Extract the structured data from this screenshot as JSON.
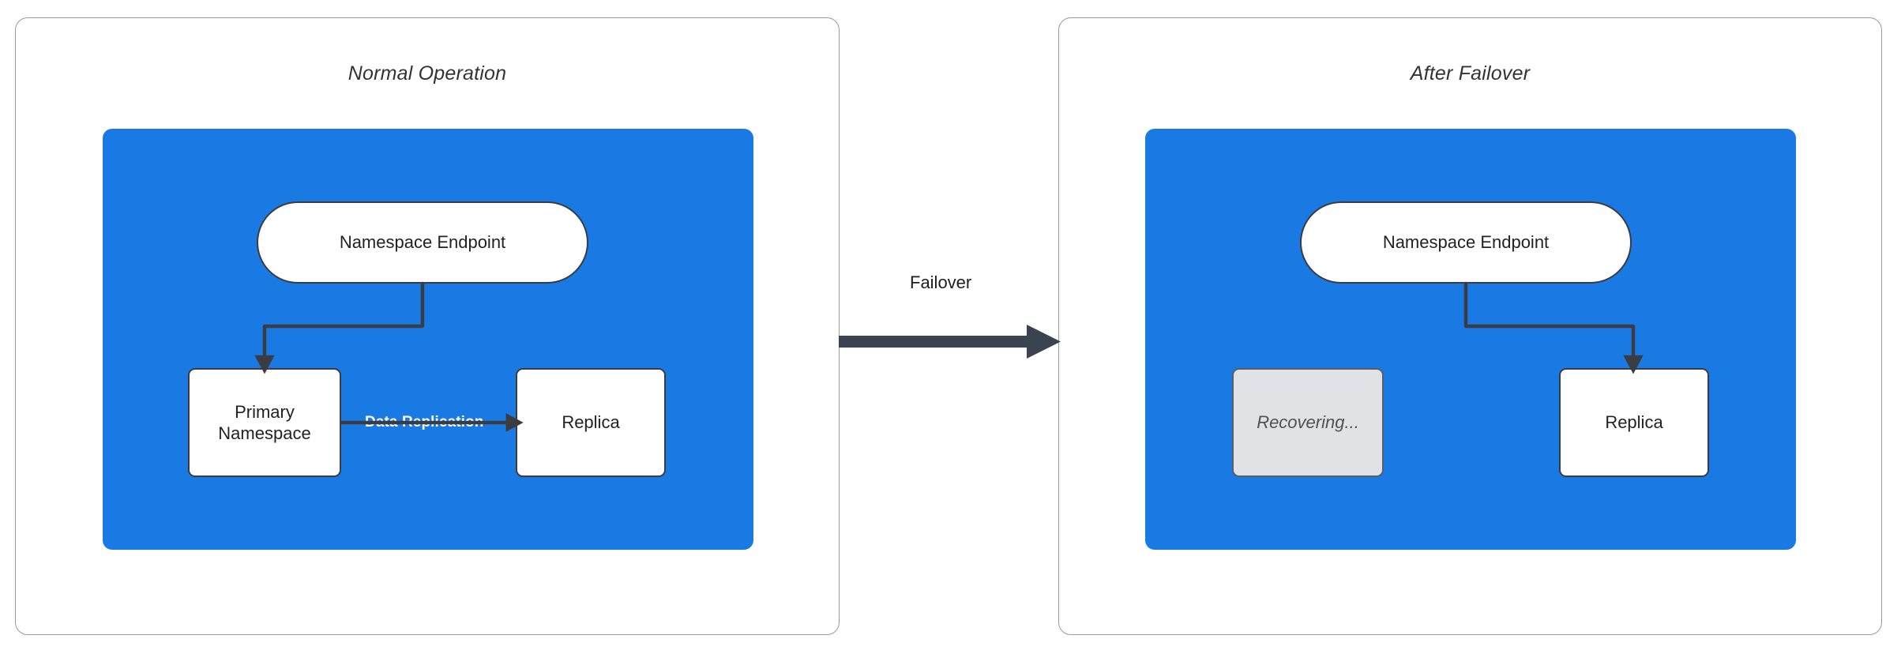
{
  "diagram": {
    "title_normal": "Normal Operation",
    "title_failover": "After Failover",
    "transition_label": "Failover",
    "colors": {
      "group_blue": "#1a7ae4",
      "node_white": "#ffffff",
      "node_dim_gray": "#e0e2e5",
      "stroke_dark": "#3b3b42",
      "panel_border": "#9a9a9a",
      "replication_label": "#ffffff"
    }
  },
  "panels": [
    {
      "id": "normal",
      "title": "Normal Operation",
      "nodes": [
        {
          "id": "endpoint",
          "label": "Namespace Endpoint",
          "shape": "pill",
          "state": "active"
        },
        {
          "id": "primary",
          "label": "Primary\nNamespace",
          "line1": "Primary",
          "line2": "Namespace",
          "shape": "rect",
          "state": "active"
        },
        {
          "id": "replica",
          "label": "Replica",
          "shape": "rect",
          "state": "active"
        }
      ],
      "edges": [
        {
          "from": "endpoint",
          "to": "primary",
          "label": ""
        },
        {
          "from": "primary",
          "to": "replica",
          "label": "Data Replication"
        }
      ]
    },
    {
      "id": "failover",
      "title": "After Failover",
      "nodes": [
        {
          "id": "endpoint",
          "label": "Namespace Endpoint",
          "shape": "pill",
          "state": "active"
        },
        {
          "id": "recovering",
          "label": "Recovering...",
          "shape": "rect",
          "state": "dimmed"
        },
        {
          "id": "replica",
          "label": "Replica",
          "shape": "rect",
          "state": "active"
        }
      ],
      "edges": [
        {
          "from": "endpoint",
          "to": "replica",
          "label": ""
        }
      ]
    }
  ]
}
